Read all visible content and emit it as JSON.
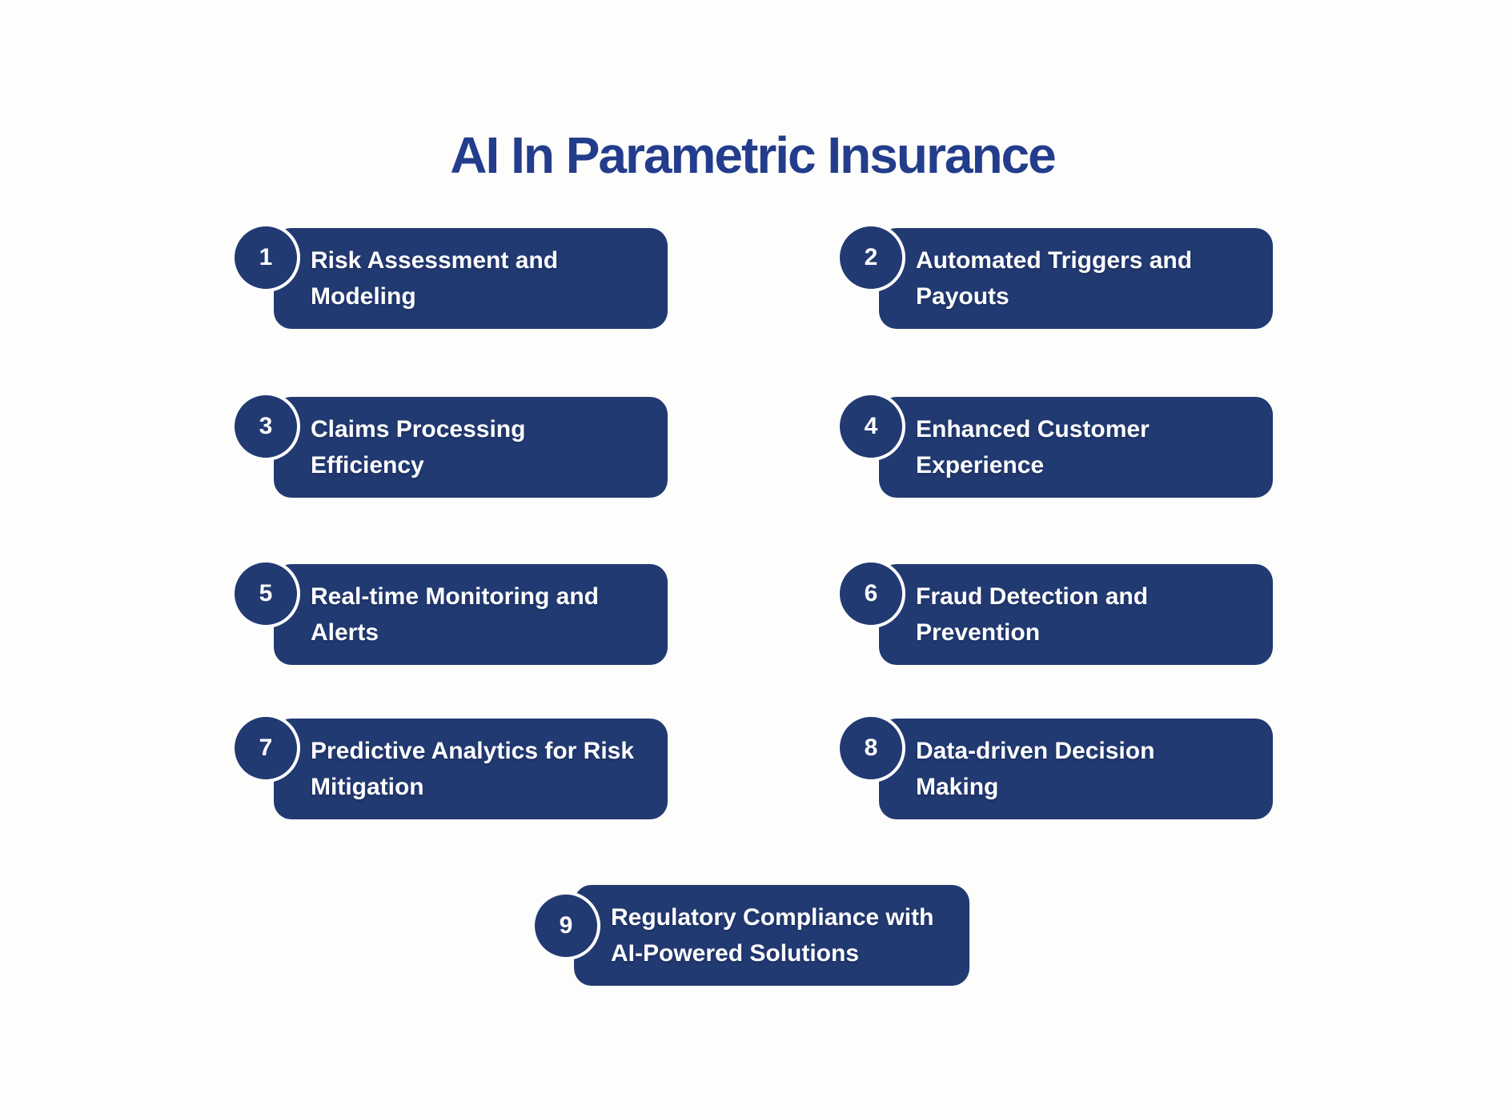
{
  "title": "AI In Parametric Insurance",
  "colors": {
    "background": "#fdfdfc",
    "title_text": "#233d8c",
    "box_fill": "#223a72",
    "box_text": "#ffffff",
    "circle_fill": "#223a72",
    "circle_ring": "#ffffff"
  },
  "items": [
    {
      "number": "1",
      "label": "Risk Assessment and Modeling",
      "lines": [
        "Risk Assessment and",
        "Modeling"
      ]
    },
    {
      "number": "2",
      "label": "Automated Triggers and Payouts",
      "lines": [
        "Automated Triggers and",
        "Payouts"
      ]
    },
    {
      "number": "3",
      "label": "Claims Processing Efficiency",
      "lines": [
        "Claims Processing",
        "Efficiency"
      ]
    },
    {
      "number": "4",
      "label": "Enhanced Customer Experience",
      "lines": [
        "Enhanced Customer",
        "Experience"
      ]
    },
    {
      "number": "5",
      "label": "Real-time Monitoring and Alerts",
      "lines": [
        "Real-time Monitoring and",
        "Alerts"
      ]
    },
    {
      "number": "6",
      "label": "Fraud Detection and Prevention",
      "lines": [
        "Fraud Detection and",
        "Prevention"
      ]
    },
    {
      "number": "7",
      "label": "Predictive Analytics for Risk Mitigation",
      "lines": [
        "Predictive Analytics for Risk",
        "Mitigation"
      ]
    },
    {
      "number": "8",
      "label": "Data-driven Decision Making",
      "lines": [
        "Data-driven Decision",
        "Making"
      ]
    },
    {
      "number": "9",
      "label": "Regulatory Compliance with AI-Powered Solutions",
      "lines": [
        "Regulatory Compliance with",
        "AI-Powered Solutions"
      ]
    }
  ]
}
